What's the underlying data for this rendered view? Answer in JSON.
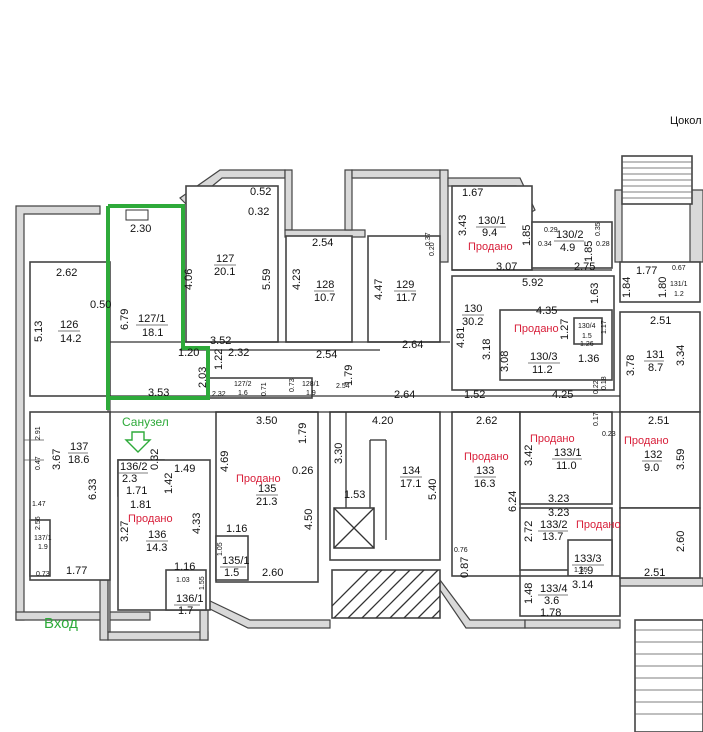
{
  "header": {
    "floor_label": "Цокол"
  },
  "labels": {
    "entrance": "Вход",
    "bathroom": "Санузел",
    "sold": "Продано"
  },
  "rooms": {
    "r126": {
      "num": "126",
      "area": "14.2"
    },
    "r127_1": {
      "num": "127/1",
      "area": "18.1"
    },
    "r127": {
      "num": "127",
      "area": "20.1"
    },
    "r127_2": {
      "num": "127/2",
      "area": "1.6"
    },
    "r128": {
      "num": "128",
      "area": "10.7"
    },
    "r128_1": {
      "num": "128/1",
      "area": "1.9"
    },
    "r129": {
      "num": "129",
      "area": "11.7"
    },
    "r130_1": {
      "num": "130/1",
      "area": "9.4"
    },
    "r130_2": {
      "num": "130/2",
      "area": "4.9"
    },
    "r130": {
      "num": "130",
      "area": "30.2"
    },
    "r130_3": {
      "num": "130/3",
      "area": "11.2"
    },
    "r130_4": {
      "num": "130/4",
      "area": "1.5"
    },
    "r131": {
      "num": "131",
      "area": "8.7"
    },
    "r131_1": {
      "num": "131/1",
      "area": "1.2"
    },
    "r137": {
      "num": "137",
      "area": "18.6"
    },
    "r137_1": {
      "num": "137/1",
      "area": "1.9"
    },
    "r136_2": {
      "num": "136/2",
      "area": "2.3"
    },
    "r136": {
      "num": "136",
      "area": "14.3"
    },
    "r136_1": {
      "num": "136/1",
      "area": "1.7"
    },
    "r135": {
      "num": "135",
      "area": "21.3"
    },
    "r135_1": {
      "num": "135/1",
      "area": "1.5"
    },
    "r134": {
      "num": "134",
      "area": "17.1"
    },
    "r133": {
      "num": "133",
      "area": "16.3"
    },
    "r133_1": {
      "num": "133/1",
      "area": "11.0"
    },
    "r133_2": {
      "num": "133/2",
      "area": "13.7"
    },
    "r133_3": {
      "num": "133/3",
      "area": "1.9"
    },
    "r133_4": {
      "num": "133/4",
      "area": "3.6"
    },
    "r132": {
      "num": "132",
      "area": "9.0"
    }
  },
  "dims": {
    "d2_30": "2.30",
    "d0_52": "0.52",
    "d0_32": "0.32",
    "d1_67": "1.67",
    "d3_43": "3.43",
    "d1_85a": "1.85",
    "d0_29": "0.29",
    "d0_35": "0.35",
    "d0_34": "0.34",
    "d0_28": "0.28",
    "d1_85b": "1.85",
    "d2_62a": "2.62",
    "d0_50": "0.50",
    "d5_13": "5.13",
    "d6_79": "6.79",
    "d4_06": "4.06",
    "d5_59": "5.59",
    "d2_54a": "2.54",
    "d4_23": "4.23",
    "d0_37": "0.37",
    "d0_20": "0.20",
    "d4_47": "4.47",
    "d3_07": "3.07",
    "d5_92": "5.92",
    "d2_75": "2.75",
    "d1_77a": "1.77",
    "d0_67": "0.67",
    "d1_84": "1.84",
    "d1_80": "1.80",
    "d1_63": "1.63",
    "d2_51a": "2.51",
    "d4_35": "4.35",
    "d1_27": "1.27",
    "d1_17": "1.17",
    "d4_81": "4.81",
    "d3_18": "3.18",
    "d3_08": "3.08",
    "d1_36": "1.36",
    "d1_26": "1.26",
    "d3_78": "3.78",
    "d3_34": "3.34",
    "d0_22": "0.22",
    "d0_18": "0.18",
    "d3_52": "3.52",
    "d1_20": "1.20",
    "d2_32a": "2.32",
    "d2_54b": "2.54",
    "d2_64a": "2.64",
    "d1_22": "1.22",
    "d2_03": "2.03",
    "d3_53": "3.53",
    "d2_32b": "2.32",
    "d0_71": "0.71",
    "d0_73a": "0.73",
    "d2_54c": "2.54",
    "d1_79a": "1.79",
    "d2_64b": "2.64",
    "d1_52": "1.52",
    "d4_25": "4.25",
    "d2_91": "2.91",
    "d3_67": "3.67",
    "d0_47a": "0.47",
    "d6_33": "6.33",
    "d1_47": "1.47",
    "d2_56": "2.56",
    "d0_73b": "0.73",
    "d1_77b": "1.77",
    "d1_49": "1.49",
    "d0_32b": "0.32",
    "d1_42": "1.42",
    "d1_71": "1.71",
    "d1_81": "1.81",
    "d3_27": "3.27",
    "d4_33": "4.33",
    "d1_16a": "1.16",
    "d1_16b": "1.16",
    "d1_03": "1.03",
    "d1_55": "1.55",
    "d1_05": "1.05",
    "d3_50": "3.50",
    "d1_79b": "1.79",
    "d4_69": "4.69",
    "d0_26": "0.26",
    "d4_50": "4.50",
    "d2_60a": "2.60",
    "d4_20": "4.20",
    "d3_30": "3.30",
    "d1_53": "1.53",
    "d5_40": "5.40",
    "d2_62b": "2.62",
    "d6_24": "6.24",
    "d0_17": "0.17",
    "d0_23": "0.23",
    "d3_42": "3.42",
    "d3_23a": "3.23",
    "d3_23b": "3.23",
    "d2_72": "2.72",
    "d0_87": "0.87",
    "d0_76": "0.76",
    "d1_35": "1.35",
    "d3_14": "3.14",
    "d1_48": "1.48",
    "d1_78": "1.78",
    "d2_51b": "2.51",
    "d3_59": "3.59",
    "d2_60b": "2.60",
    "d2_51c": "2.51"
  }
}
